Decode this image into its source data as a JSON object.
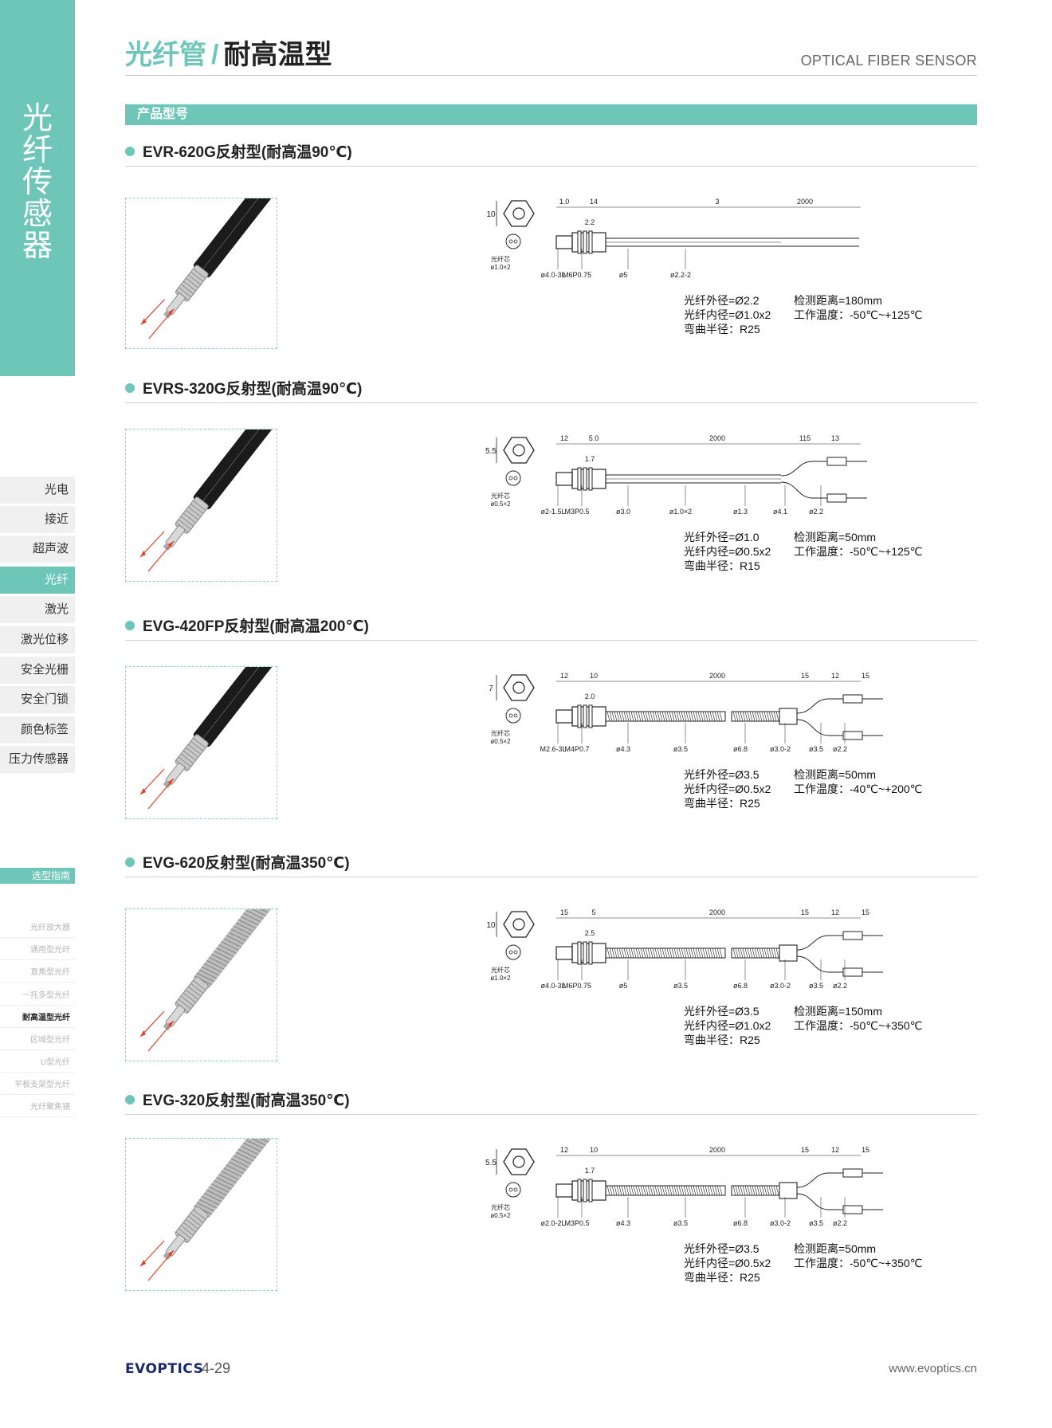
{
  "side_tab": {
    "title_chars": [
      "光",
      "纤",
      "传",
      "感",
      "器"
    ]
  },
  "side_nav": {
    "items": [
      {
        "label": "光电",
        "active": false
      },
      {
        "label": "接近",
        "active": false
      },
      {
        "label": "超声波",
        "active": false
      },
      {
        "label": "光纤",
        "active": true
      },
      {
        "label": "激光",
        "active": false
      },
      {
        "label": "激光位移",
        "active": false
      },
      {
        "label": "安全光栅",
        "active": false
      },
      {
        "label": "安全门锁",
        "active": false
      },
      {
        "label": "颜色标签",
        "active": false
      },
      {
        "label": "压力传感器",
        "active": false
      }
    ]
  },
  "guide": {
    "label": "选型指南",
    "items": [
      {
        "label": "光纤放大器",
        "active": false
      },
      {
        "label": "通用型光纤",
        "active": false
      },
      {
        "label": "直角型光纤",
        "active": false
      },
      {
        "label": "一托多型光纤",
        "active": false
      },
      {
        "label": "耐高温型光纤",
        "active": true
      },
      {
        "label": "区域型光纤",
        "active": false
      },
      {
        "label": "U型光纤",
        "active": false
      },
      {
        "label": "平板支架型光纤",
        "active": false
      },
      {
        "label": "光纤聚焦镜",
        "active": false
      }
    ]
  },
  "header": {
    "title_a": "光纤管",
    "title_sep": "/",
    "title_b": "耐高温型",
    "title_en": "OPTICAL FIBER SENSOR"
  },
  "section_bar": "产品型号",
  "products": [
    {
      "title": "EVR-620G反射型(耐高温90℃)",
      "dims": {
        "top_dims": [
          "1.0",
          "14",
          "3",
          "2000"
        ],
        "sub": "2.2",
        "hex": "10",
        "core": "光纤芯\nø1.0×2",
        "labels": [
          "ø4.0-3L",
          "M6P0.75",
          "ø5",
          "ø2.2-2"
        ]
      },
      "spec_left": [
        "光纤外径=Ø2.2",
        "光纤内径=Ø1.0x2",
        "弯曲半径：R25"
      ],
      "spec_right": [
        "检测距离=180mm",
        "工作温度：-50℃~+125℃"
      ]
    },
    {
      "title": "EVRS-320G反射型(耐高温90℃)",
      "dims": {
        "top_dims": [
          "12",
          "5.0",
          "2000",
          "115",
          "13"
        ],
        "sub": "1.7",
        "hex": "5.5",
        "core": "光纤芯\nø0.5×2",
        "labels": [
          "ø2-1.5L",
          "M3P0.5",
          "ø3.0",
          "ø1.0×2",
          "ø1.3",
          "ø4.1",
          "ø2.2"
        ]
      },
      "spec_left": [
        "光纤外径=Ø1.0",
        "光纤内径=Ø0.5x2",
        "弯曲半径：R15"
      ],
      "spec_right": [
        "检测距离=50mm",
        "工作温度：-50℃~+125℃"
      ]
    },
    {
      "title": "EVG-420FP反射型(耐高温200℃)",
      "dims": {
        "top_dims": [
          "12",
          "10",
          "2000",
          "15",
          "12",
          "15"
        ],
        "sub": "2.0",
        "hex": "7",
        "core": "光纤芯\nø0.5×2",
        "labels": [
          "M2.6-3L",
          "M4P0.7",
          "ø4.3",
          "ø3.5",
          "ø6.8",
          "ø3.0-2",
          "ø3.5",
          "ø2.2"
        ]
      },
      "spec_left": [
        "光纤外径=Ø3.5",
        "光纤内径=Ø0.5x2",
        "弯曲半径：R25"
      ],
      "spec_right": [
        "检测距离=50mm",
        "工作温度：-40℃~+200℃"
      ]
    },
    {
      "title": "EVG-620反射型(耐高温350℃)",
      "dims": {
        "top_dims": [
          "15",
          "5",
          "2000",
          "15",
          "12",
          "15"
        ],
        "sub": "2.5",
        "hex": "10",
        "core": "光纤芯\nø1.0×2",
        "labels": [
          "ø4.0-3L",
          "M6P0.75",
          "ø5",
          "ø3.5",
          "ø6.8",
          "ø3.0-2",
          "ø3.5",
          "ø2.2"
        ]
      },
      "spec_left": [
        "光纤外径=Ø3.5",
        "光纤内径=Ø1.0x2",
        "弯曲半径：R25"
      ],
      "spec_right": [
        "检测距离=150mm",
        "工作温度：-50℃~+350℃"
      ]
    },
    {
      "title": "EVG-320反射型(耐高温350℃)",
      "dims": {
        "top_dims": [
          "12",
          "10",
          "2000",
          "15",
          "12",
          "15"
        ],
        "sub": "1.7",
        "hex": "5.5",
        "core": "光纤芯\nø0.5×2",
        "labels": [
          "ø2.0-2L",
          "M3P0.5",
          "ø4.3",
          "ø3.5",
          "ø6.8",
          "ø3.0-2",
          "ø3.5",
          "ø2.2"
        ]
      },
      "spec_left": [
        "光纤外径=Ø3.5",
        "光纤内径=Ø0.5x2",
        "弯曲半径：R25"
      ],
      "spec_right": [
        "检测距离=50mm",
        "工作温度：-50℃~+350℃"
      ]
    }
  ],
  "footer": {
    "logo": "EVOPTICS",
    "page": "4-29",
    "url": "www.evoptics.cn"
  },
  "colors": {
    "accent": "#6dc6b8"
  }
}
